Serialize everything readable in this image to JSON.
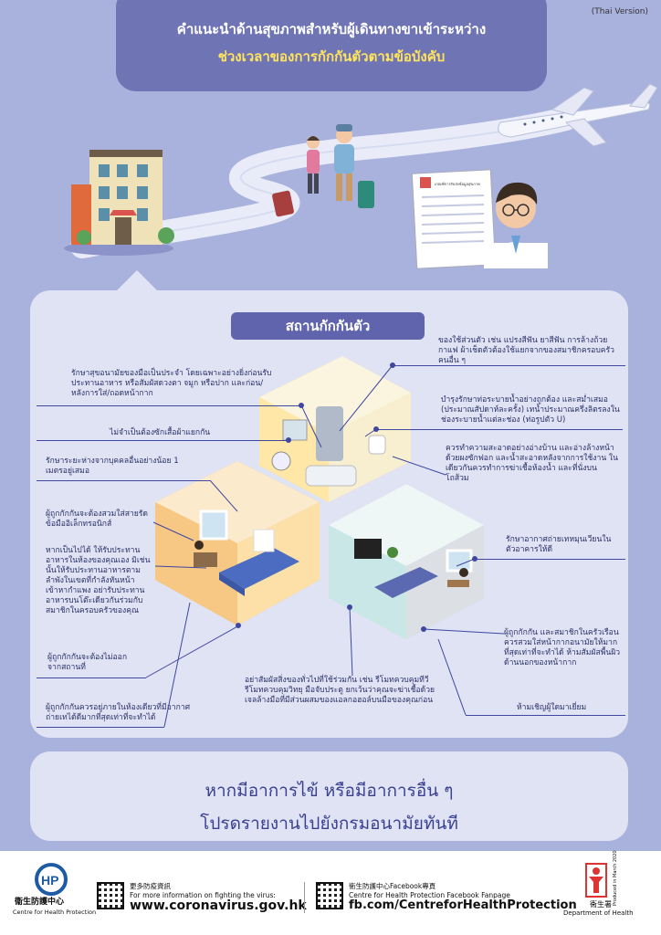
{
  "version_tag": "(Thai Version)",
  "title": {
    "line1": "คำแนะนำด้านสุขภาพสำหรับผู้เดินทางขาเข้าระหว่าง",
    "line2": "ช่วงเวลาของการกักกันตัวตามข้อบังคับ"
  },
  "hero": {
    "form_header": "เกณฑ์การรับส่งข้อมูลสุขภาพ"
  },
  "section_label": "สถานกักกันตัว",
  "notes": {
    "hygiene": "รักษาสุขอนามัยของมือเป็นประจำ โดยเฉพาะอย่างยิ่งก่อนรับประทานอาหาร หรือสัมผัสดวงตา จมูก หรือปาก และก่อน/หลังการใส่/ถอดหน้ากาก",
    "personal_items": "ของใช้ส่วนตัว เช่น แปรงสีฟัน ยาสีฟัน การล้างถ้วยกาแฟ ผ้าเช็ดตัวต้องใช้แยกจากของสมาชิกครอบครัวคนอื่น ๆ",
    "towels": "ไม่จำเป็นต้องซักเสื้อผ้าแยกกัน",
    "drain": "บำรุงรักษาท่อระบายน้ำอย่างถูกต้อง และสม่ำเสมอ (ประมาณสัปดาห์ละครั้ง) เทน้ำประมาณครึ่งลิตรลงในช่องระบายน้ำแต่ละช่อง (ท่อรูปตัว U)",
    "distance": "รักษาระยะห่างจากบุคคลอื่นอย่างน้อย 1 เมตรอยู่เสมอ",
    "toilet": "ควรทำความสะอาดอย่างอ่างบ้าน และอ่างล้างหน้าด้วยผงซักฟอก และน้ำสะอาดหลังจากการใช้งาน ในเดียวกันควรทำการฆ่าเชื้อห้องน้ำ และที่นั่งบนโถส้วม",
    "mask": "ผู้ถูกกักกันจะต้องสวมใส่สายรัดข้อมืออิเล็กทรอนิกส์",
    "meals": "หากเป็นไปได้ ให้รับประทานอาหารในห้องของคุณเอง มิเช่นนั้นให้รับประทานอาหารตามลำพังในเขตที่กำลังหันหน้าเข้าหากำแพง อย่ารับประทานอาหารบนโต๊ะเดียวกันร่วมกับสมาชิกในครอบครัวของคุณ",
    "ventilation": "รักษาอากาศถ่ายเทหมุนเวียนในตัวอาคารให้ดี",
    "no_leave": "ผู้ถูกกักกันจะต้องไม่ออกจากสถานที่",
    "family_mask": "ผู้ถูกกักกัน และสมาชิกในครัวเรือนควรสวมใส่หน้ากากอนามัยให้มากที่สุดเท่าที่จะทำได้ ห้ามสัมผัสพื้นผิวด้านนอกของหน้ากาก",
    "shared_items": "อย่าสัมผัสสิ่งของทั่วไปที่ใช้ร่วมกัน เช่น รีโมทควบคุมทีวี รีโมทควบคุมวิทยุ มือจับประตู ยกเว้นว่าคุณจะฆ่าเชื้อด้วยเจลล้างมือที่มีส่วนผสมของแอลกอฮอล์บนมือของคุณก่อน",
    "separate_room": "ผู้ถูกกักกันควรอยู่ภายในห้องเดียวที่มีอากาศถ่ายเทได้ดีมากที่สุดเท่าที่จะทำได้",
    "visitors": "ห้ามเชิญผู้ใดมาเยี่ยม"
  },
  "report": {
    "line1": "หากมีอาการไข้ หรือมีอาการอื่น ๆ",
    "line2": "โปรดรายงานไปยังกรมอนามัยทันที"
  },
  "footer": {
    "chp_name_zh": "衞生防護中心",
    "chp_name_en": "Centre for Health Protection",
    "info_zh": "更多防疫資訊",
    "info_en": "For more information on fighting the virus:",
    "info_url": "www.coronavirus.gov.hk",
    "fb_zh": "衞生防護中心Facebook專頁",
    "fb_en": "Centre for Health Protection Facebook Fanpage",
    "fb_url": "fb.com/CentreforHealthProtection",
    "doh_zh": "衞生署",
    "doh_en": "Department of Health",
    "produced": "Produced in March 2020"
  },
  "colors": {
    "background": "#a9b2dd",
    "banner": "#6f74b5",
    "highlight": "#ffe45c",
    "panel": "#dfe3f4"
  }
}
